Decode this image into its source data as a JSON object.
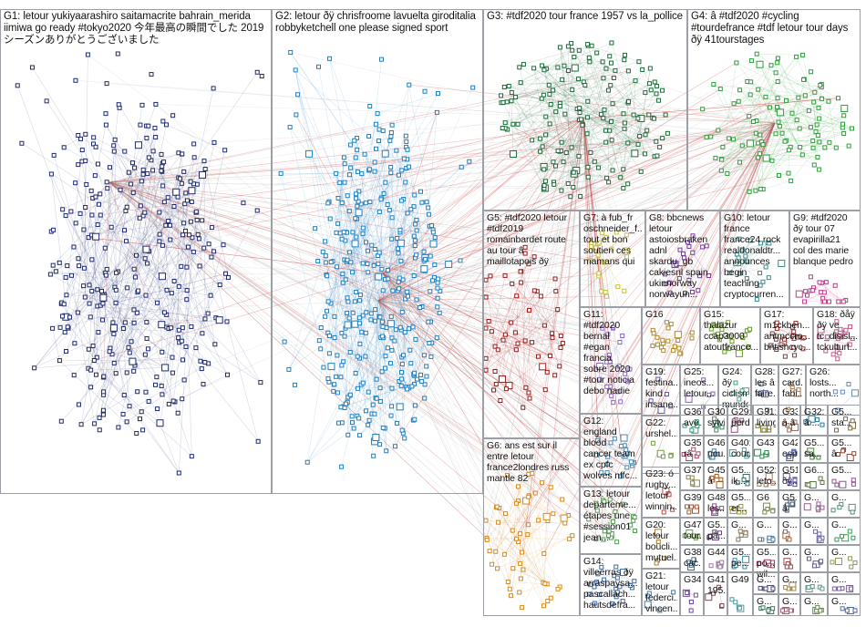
{
  "groups": [
    {
      "id": "G1",
      "label": "G1: letour yukiyaarashiro saitamacrite bahrain_merida\niimiwa go ready #tokyo2020 今年最高の瞬間でした 2019\nシーズンありがとうございました",
      "color": "#1f2a6e"
    },
    {
      "id": "G2",
      "label": "G2: letour ðÿ chrisfroome lavuelta giroditalia\nrobbyketchell one please signed sport",
      "color": "#1f7fc0"
    },
    {
      "id": "G3",
      "label": "G3: #tdf2020 tour france 1957 vs la_pollice",
      "color": "#1e6b3a"
    },
    {
      "id": "G4",
      "label": "G4: â #tdf2020 #cycling\n#tourdefrance #tdf letour tour days\nðÿ 41tourstages",
      "color": "#2e9e3a"
    },
    {
      "id": "G5",
      "label": "G5: #tdf2020 letour\n#tdf2019\nromainbardet route\nau tour â\nmaillotapois ðÿ",
      "color": "#a01818"
    },
    {
      "id": "G6",
      "label": "G6: ans est sur il\nentre letour\nfrance2londres russ\nmantle 82",
      "color": "#d98a1a"
    },
    {
      "id": "G7",
      "label": "G7: à fub_fr\noschneider_f...\ntout et bon\nsoutien ces\nmamans qui",
      "color": "#c9c23a"
    },
    {
      "id": "G8",
      "label": "G8: bbcnews\nletour\nastoiosbraken\nadnl\nskardu_gb\ncakiesnl spain\nukinnorway\nnorwayun...",
      "color": "#7a3a9a"
    },
    {
      "id": "G9",
      "label": "G9: #tdf2020\nðÿ tour 07\nevapirilla21\ncol des marie\nblanque pedro",
      "color": "#c03a8a"
    },
    {
      "id": "G10",
      "label": "G10: letour\nfrance\nfrance24 rock\nrealdonaldtr...\nannounces\nbegin\nteaching\ncryptocurren...",
      "color": "#3a8a8a"
    },
    {
      "id": "G11",
      "label": "G11:\n#tdf2020\nbernal\n#egan\nfrancia\nsobre 2020\n#tour noticia\ndebo nadie",
      "color": "#8a6ac0"
    },
    {
      "id": "G12",
      "label": "G12:\nengland\nblood\ncancer team\nex cpfc\nwolves nffc...",
      "color": "#4a8ab0"
    },
    {
      "id": "G13",
      "label": "G13: letour\ndeparteme...\nétapes une\n#session01\njean...",
      "color": "#5a9a5a"
    },
    {
      "id": "G14",
      "label": "G14:\nvilleerras ðÿ\narraspaysa...\npascallach...\nhautsdefra...",
      "color": "#3a6ab0"
    },
    {
      "id": "G15",
      "label": "G15:\nthalazur\nccap3000\natoutfrance...",
      "color": "#6a9a2a"
    },
    {
      "id": "G16",
      "label": "G16",
      "color": "#b08a2a"
    },
    {
      "id": "G17",
      "label": "G17:\nm1ckben...\nantmccro...\nbritishcyc...",
      "color": "#8a3a3a"
    },
    {
      "id": "G18",
      "label": "G18: ðåÿ\nðÿ ve\ntc_disisl...\ntckulturt...",
      "color": "#c05a8a"
    },
    {
      "id": "G19",
      "label": "G19:\nfestina...\nkind\ninsane...",
      "color": "#5a5ab0"
    },
    {
      "id": "G20",
      "label": "G20:\nletour\nboucli...\nmutuel...",
      "color": "#9a7a3a"
    },
    {
      "id": "G21",
      "label": "G21:\nletour\nfederci...\nvincen...",
      "color": "#4a7a9a"
    },
    {
      "id": "G22",
      "label": "G22:\nurshel...",
      "color": "#7a9a4a"
    },
    {
      "id": "G23",
      "label": "G23: ó\nrugby...\nletour\nwinnin...",
      "color": "#b04a4a"
    },
    {
      "id": "G24",
      "label": "G24: ðÿ\nciclism...\nmundo...",
      "color": "#4aa08a"
    },
    {
      "id": "G25",
      "label": "G25:\nineos...\nletour...",
      "color": "#8a5ac0"
    },
    {
      "id": "G26",
      "label": "G26:\nlosts...\nnorth...",
      "color": "#6a8ab0"
    },
    {
      "id": "G27",
      "label": "G27:\ncard...\nfabi...",
      "color": "#b07a4a"
    },
    {
      "id": "G28",
      "label": "G28:\nles â\nfaire...",
      "color": "#5a6a9a"
    },
    {
      "id": "G29",
      "label": "G29:\nperd...",
      "color": "#9a4a7a"
    },
    {
      "id": "G30",
      "label": "G30:\nsylvi...",
      "color": "#4a8a6a"
    },
    {
      "id": "G31",
      "label": "G31:\nliving...",
      "color": "#7a7a2a"
    },
    {
      "id": "G32",
      "label": "G32:\nâ ...",
      "color": "#2a7a9a"
    },
    {
      "id": "G33",
      "label": "G33:\nâ â",
      "color": "#9a6a5a"
    },
    {
      "id": "G34",
      "label": "G34:",
      "color": "#6a4a9a"
    },
    {
      "id": "G35",
      "label": "G35\nrâ",
      "color": "#a04a6a"
    },
    {
      "id": "G36",
      "label": "G36:\nave...",
      "color": "#3a9a7a"
    },
    {
      "id": "G37",
      "label": "G37",
      "color": "#8a8a4a"
    },
    {
      "id": "G38",
      "label": "G38:\ncac...",
      "color": "#4a6a8a"
    },
    {
      "id": "G39",
      "label": "G39",
      "color": "#9a5a3a"
    },
    {
      "id": "G40",
      "label": "G40:\ncour...",
      "color": "#5a9a9a"
    },
    {
      "id": "G41",
      "label": "G41:\n195...",
      "color": "#7a4a5a"
    },
    {
      "id": "G42",
      "label": "G42:\nesp...",
      "color": "#4a5aa0"
    },
    {
      "id": "G43",
      "label": "G43",
      "color": "#2a8a4a"
    },
    {
      "id": "G44",
      "label": "G44",
      "color": "#9a7aa0"
    },
    {
      "id": "G45",
      "label": "G45:\nâ",
      "color": "#a05a2a"
    },
    {
      "id": "G46",
      "label": "G46:\nnou...",
      "color": "#3a7aa0"
    },
    {
      "id": "G47",
      "label": "G47:\ntour...",
      "color": "#6a9a4a"
    },
    {
      "id": "G48",
      "label": "G48:\nles...",
      "color": "#a04a9a"
    },
    {
      "id": "G49",
      "label": "G49",
      "color": "#4a9aa0"
    },
    {
      "id": "G50",
      "label": "G5...\nsta...",
      "color": "#7a6a3a"
    },
    {
      "id": "G51",
      "label": "G51:\nðÿ...",
      "color": "#5a4aa0"
    },
    {
      "id": "G52",
      "label": "G52:\nleto...",
      "color": "#a07a6a"
    },
    {
      "id": "G53",
      "label": "G5...\nsa...",
      "color": "#4a8a3a"
    },
    {
      "id": "G54",
      "label": "G5...\nâ",
      "color": "#8a4a3a"
    },
    {
      "id": "G55",
      "label": "G5...\nik...",
      "color": "#3a6a6a"
    },
    {
      "id": "G56",
      "label": "G5...\net...",
      "color": "#9a9a3a"
    },
    {
      "id": "G57",
      "label": "G5...\npâ...",
      "color": "#6a3a8a"
    },
    {
      "id": "G58",
      "label": "G5...\npe...",
      "color": "#3a8aa0"
    },
    {
      "id": "G59",
      "label": "G5...\npo...\nwil...",
      "color": "#a03a5a"
    },
    {
      "id": "G60",
      "label": "G6...",
      "color": "#5a7a3a"
    },
    {
      "id": "G61",
      "label": "G5...",
      "color": "#8a5a8a"
    },
    {
      "id": "G62",
      "label": "G5...\nâ",
      "color": "#3a5a7a"
    },
    {
      "id": "G63",
      "label": "G6",
      "color": "#7a8a5a"
    },
    {
      "id": "G64",
      "label": "G...",
      "color": "#9a5a9a"
    },
    {
      "id": "G65",
      "label": "G...",
      "color": "#5a8a7a"
    },
    {
      "id": "G66",
      "label": "G...",
      "color": "#8a7a5a"
    },
    {
      "id": "G67",
      "label": "G...",
      "color": "#4a7aa0"
    },
    {
      "id": "G68",
      "label": "G...",
      "color": "#a06a4a"
    },
    {
      "id": "G69",
      "label": "G...",
      "color": "#6a6aa0"
    },
    {
      "id": "G70",
      "label": "G...",
      "color": "#3a9a5a"
    },
    {
      "id": "G71",
      "label": "G...",
      "color": "#9a4a4a"
    },
    {
      "id": "G72",
      "label": "G...",
      "color": "#5a5a8a"
    },
    {
      "id": "G73",
      "label": "G...",
      "color": "#8a9a5a"
    },
    {
      "id": "G74",
      "label": "G...",
      "color": "#4a4a7a"
    },
    {
      "id": "G75",
      "label": "G...",
      "color": "#a08a4a"
    },
    {
      "id": "G76",
      "label": "G...",
      "color": "#5a9a8a"
    },
    {
      "id": "G77",
      "label": "G...",
      "color": "#7a5aa0"
    },
    {
      "id": "G78",
      "label": "G...",
      "color": "#3a7a5a"
    },
    {
      "id": "G79",
      "label": "G...",
      "color": "#a05a7a"
    },
    {
      "id": "G80",
      "label": "G...",
      "color": "#6a8a4a"
    },
    {
      "id": "G81",
      "label": "G...",
      "color": "#4a6aa0"
    }
  ],
  "colors": {
    "intra_edge": "#8c8c8c",
    "cross_edge": "#d23a3a",
    "frame": "#9aa0a6",
    "background": "#ffffff"
  }
}
